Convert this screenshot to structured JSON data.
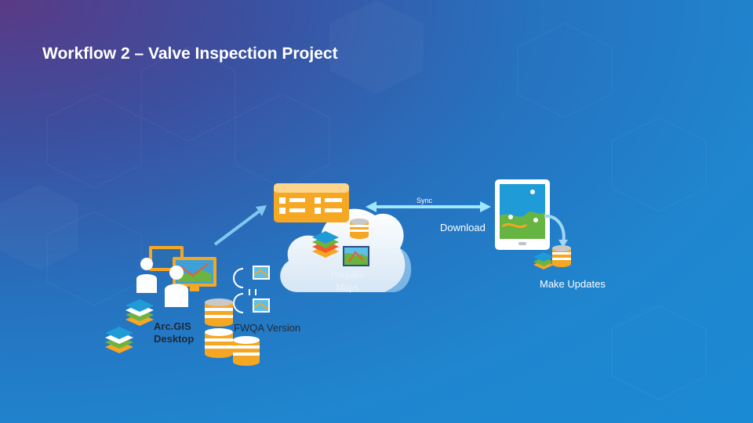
{
  "slide": {
    "title": "Workflow 2 – Valve Inspection Project"
  },
  "labels": {
    "sync": "Sync",
    "download": "Download",
    "prepare_maps": "Prepare Maps",
    "make_updates": "Make Updates",
    "arcgis_desktop": "Arc.GIS Desktop",
    "fwqa_version": "FWQA Version"
  },
  "colors": {
    "accent_orange": "#f5a623",
    "cloud_white": "#ffffff",
    "arrow_cyan": "#9fe6ff",
    "db_gray": "#c8c8c8"
  }
}
